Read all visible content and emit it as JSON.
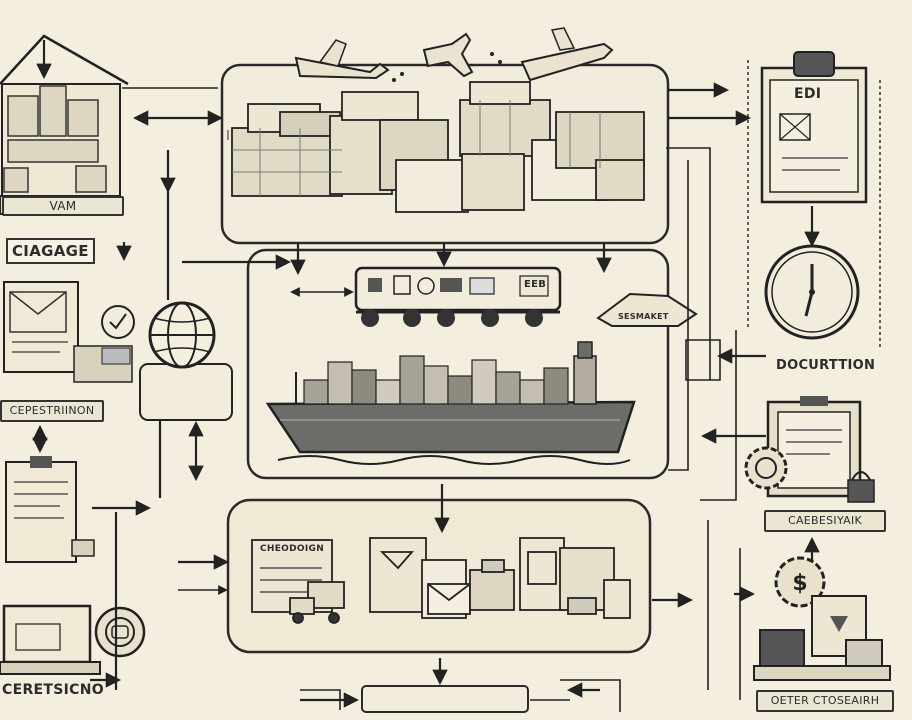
{
  "labels": {
    "warehouse": "VAM",
    "garage": "CIAGAGE",
    "registration": "CEPESTRIINON",
    "certification": "CERETSICNO",
    "edi_doc": "EDI",
    "documentation": "DOCURTTION",
    "dispatch": "CAEBESIYAIK",
    "order_station": "OETER CTOSEAIRH",
    "checklist": "CHEODOIGN",
    "truck_panel": "SESMAKET",
    "rail_car_code": "EEB"
  },
  "colors": {
    "background": "#f3eedd",
    "ink": "#2c2c2c",
    "panel": "#ebe6d2",
    "ship_hull": "#6c6c68"
  }
}
